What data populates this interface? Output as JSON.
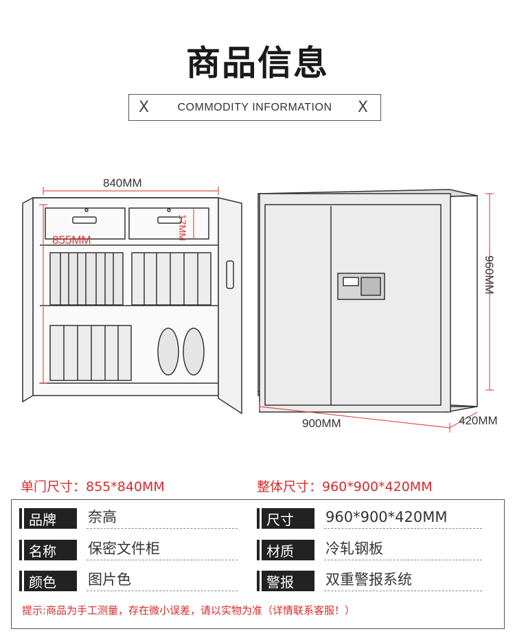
{
  "header": {
    "title": "商品信息",
    "subtitle": "COMMODITY INFORMATION",
    "x_left": "X",
    "x_right": "X"
  },
  "dimensions": {
    "open_width": "840MM",
    "open_height": "855MM",
    "drawer_height": "17MM",
    "closed_height": "960MM",
    "closed_width": "900MM",
    "closed_depth": "420MM"
  },
  "sizes": {
    "door": "单门尺寸：855*840MM",
    "overall": "整体尺寸：960*900*420MM"
  },
  "specs": {
    "brand_label": "品牌",
    "brand_value": "奈高",
    "name_label": "名称",
    "name_value": "保密文件柜",
    "color_label": "颜色",
    "color_value": "图片色",
    "size_label": "尺寸",
    "size_value": "960*900*420MM",
    "material_label": "材质",
    "material_value": "冷轧钢板",
    "alarm_label": "警报",
    "alarm_value": "双重警报系统"
  },
  "note": "提示:商品为手工测量，存在微小误差，请以实物为准（详情联系客服！）",
  "colors": {
    "accent_red": "#d92a2a",
    "tag_bg": "#222222"
  }
}
